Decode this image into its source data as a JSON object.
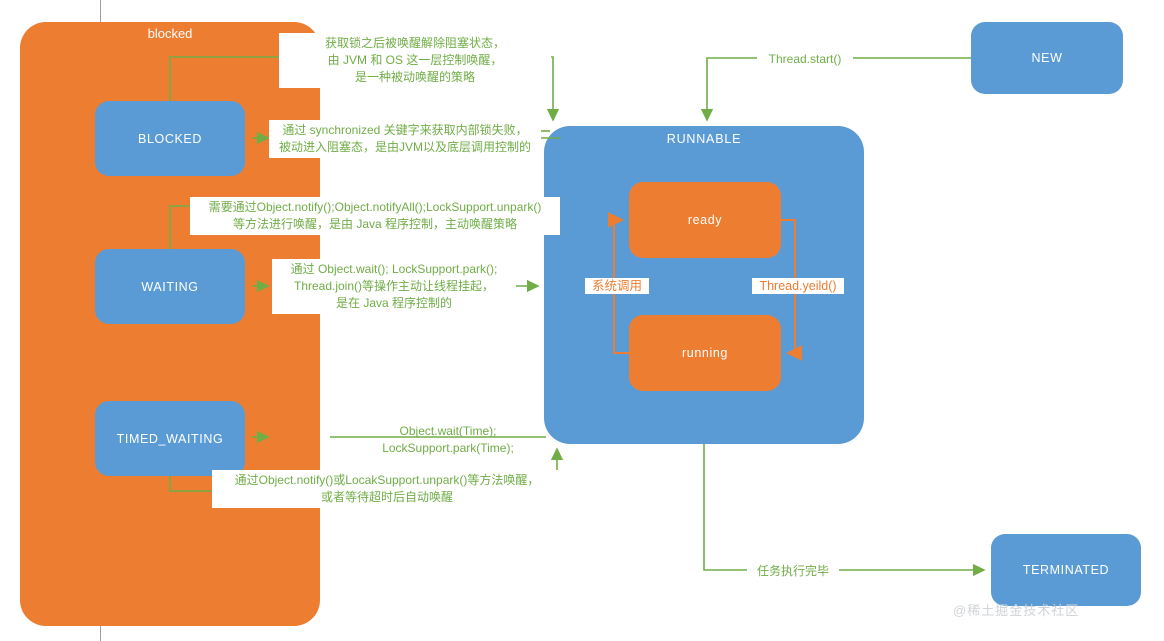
{
  "diagram": {
    "title": "Java Thread State Diagram",
    "colors": {
      "orange": "#ED7D31",
      "blue": "#5B9BD5",
      "green_arrow": "#70AD47",
      "background": "#FFFFFF",
      "watermark": "#CFD4D8"
    },
    "groups": {
      "blocked_group_label": "blocked",
      "runnable_group_label": "RUNNABLE"
    },
    "nodes": {
      "blocked": "BLOCKED",
      "waiting": "WAITING",
      "timed_waiting": "TIMED_WAITING",
      "new": "NEW",
      "terminated": "TERMINATED",
      "ready": "ready",
      "running": "running"
    },
    "edge_labels": {
      "thread_start": "Thread.start()",
      "task_done": "任务执行完毕",
      "syscall": "系统调用",
      "thread_yield": "Thread.yeild()",
      "blocked_wake": "获取锁之后被唤醒解除阻塞状态，\n由 JVM 和 OS 这一层控制唤醒，\n是一种被动唤醒的策略",
      "blocked_enter": "通过 synchronized 关键字来获取内部锁失败，\n被动进入阻塞态，是由JVM以及底层调用控制的",
      "waiting_wake": "需要通过Object.notify();Object.notifyAll();LockSupport.unpark()\n等方法进行唤醒，是由 Java 程序控制，主动唤醒策略",
      "waiting_enter": "通过 Object.wait(); LockSupport.park();\nThread.join()等操作主动让线程挂起，\n是在 Java 程序控制的",
      "timed_enter": "Object.wait(Time);\nLockSupport.park(Time);",
      "timed_wake": "通过Object.notify()或LocakSupport.unpark()等方法唤醒，\n或者等待超时后自动唤醒"
    },
    "watermark": "@稀土掘金技术社区"
  }
}
